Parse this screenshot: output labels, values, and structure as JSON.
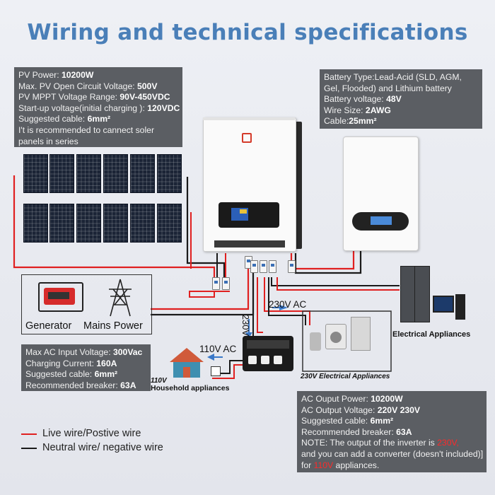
{
  "title": "Wiring and technical specifications",
  "pv_box": {
    "lines": [
      {
        "label": "PV Power: ",
        "value": "10200W"
      },
      {
        "label": "Max. PV Open Circuit Voltage: ",
        "value": "500V"
      },
      {
        "label": "PV MPPT Voltage Range: ",
        "value": "90V-450VDC"
      },
      {
        "label": "Start-up voltage(initial charging ): ",
        "value": "120VDC"
      },
      {
        "label": "Suggested cable: ",
        "value": "6mm²"
      },
      {
        "label": "I't is recommended to cannect soler panels in series",
        "value": ""
      }
    ]
  },
  "battery_box": {
    "lines": [
      {
        "label": "Battery Type:Lead-Acid (SLD, AGM, Gel, Flooded) and Lithium battery",
        "value": ""
      },
      {
        "label": "Battery voltage: ",
        "value": "48V"
      },
      {
        "label": "Wire Size: ",
        "value": "2AWG"
      },
      {
        "label": "Cable:",
        "value": "25mm²"
      }
    ]
  },
  "ac_input_box": {
    "lines": [
      {
        "label": "Max AC Input Voltage: ",
        "value": "300Vac"
      },
      {
        "label": "Charging Current: ",
        "value": "160A"
      },
      {
        "label": "Suggested cable: ",
        "value": "6mm²"
      },
      {
        "label": "Recommended breaker: ",
        "value": "63A"
      }
    ]
  },
  "ac_output_box": {
    "lines": [
      {
        "label": "AC Ouput Power: ",
        "value": "10200W"
      },
      {
        "label": "AC Output Voltage: ",
        "value": "220V 230V"
      },
      {
        "label": "Suggested cable: ",
        "value": "6mm²"
      },
      {
        "label": "Recommended breaker: ",
        "value": "63A"
      }
    ],
    "note_prefix": "NOTE: The output of the inverter is ",
    "note_red1": "230V,",
    "note_mid": "and you can add a converter (doesn't included)]",
    "note_for": "for ",
    "note_red2": "110V",
    "note_end": " appliances."
  },
  "labels": {
    "generator": "Generator",
    "mains_power": "Mains Power",
    "electrical_appliances": "Electrical Appliances",
    "appliances_230v": "230V Electrical Appliances",
    "household_110v": "110V",
    "household_appliances": "Household appliances",
    "v230_ac_top": "230V AC",
    "v230_ac_vertical": "230V AC",
    "v110_ac": "110V AC"
  },
  "legend": {
    "live": "Live wire/Postive wire",
    "neutral": "Neutral wire/ negative wire"
  },
  "colors": {
    "live": "#e02020",
    "neutral": "#1a1a1a",
    "title": "#4a7fb8",
    "box": "#5b5e63"
  }
}
